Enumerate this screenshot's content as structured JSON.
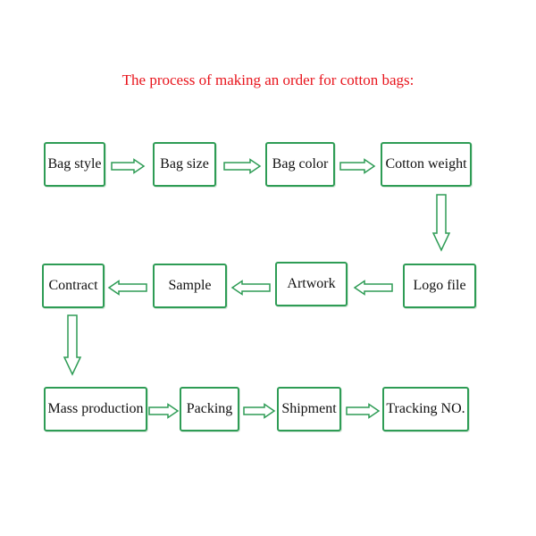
{
  "title": "The process of making an order for cotton bags:",
  "colors": {
    "title": "#e8141c",
    "box_border": "#2e9c55",
    "arrow": "#2e9c55"
  },
  "steps": [
    "Bag style",
    "Bag size",
    "Bag color",
    "Cotton weight",
    "Logo file",
    "Artwork",
    "Sample",
    "Contract",
    "Mass production",
    "Packing",
    "Shipment",
    "Tracking NO."
  ]
}
